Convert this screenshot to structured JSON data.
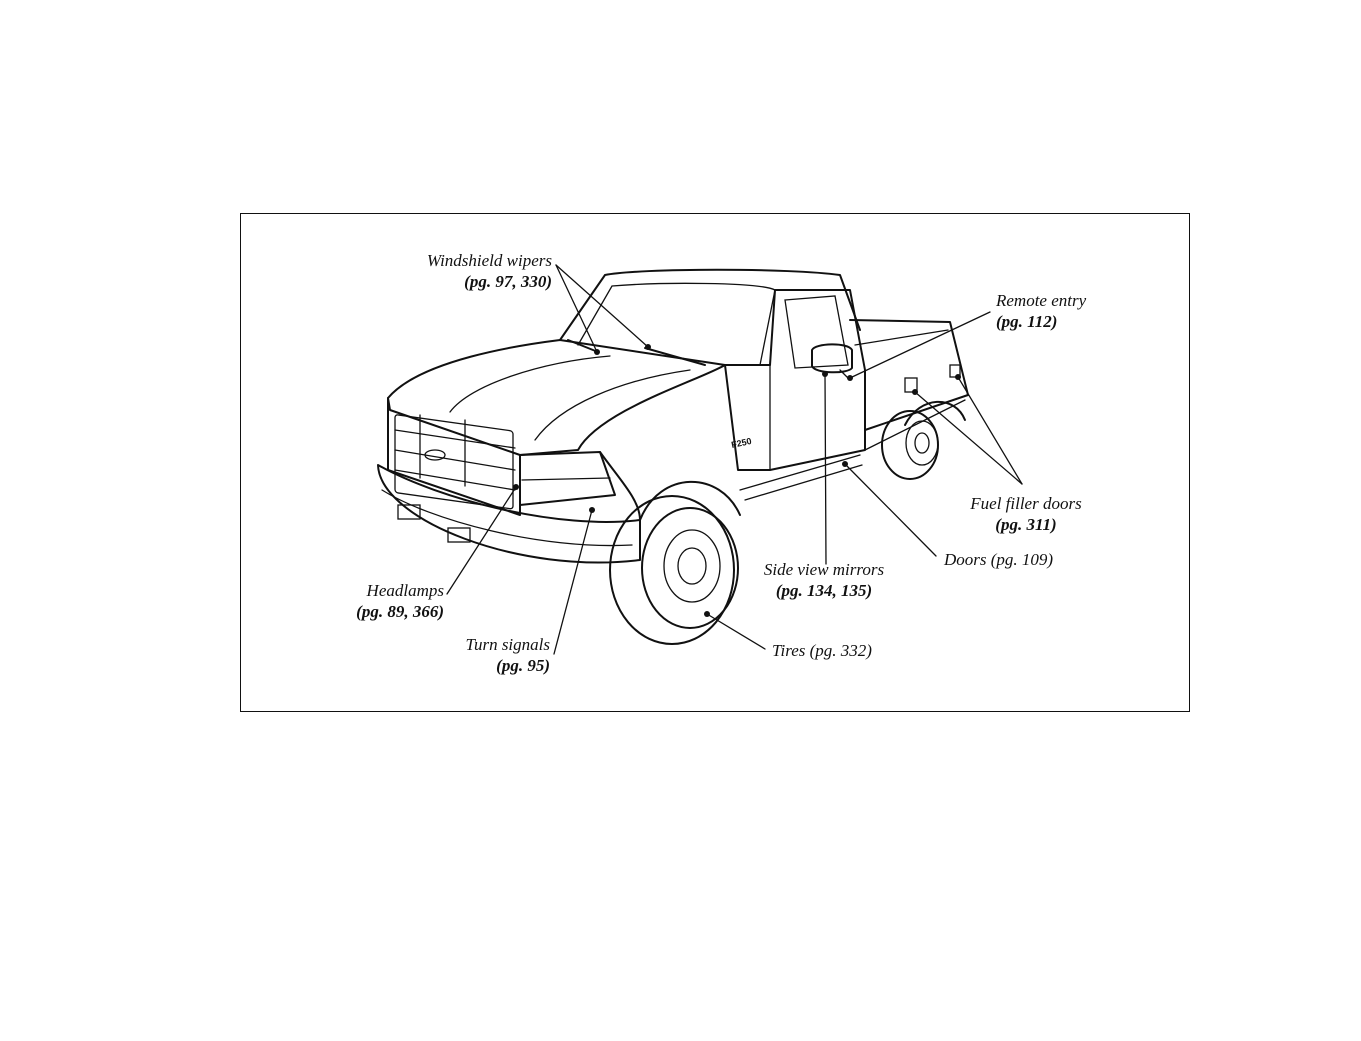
{
  "callouts": {
    "wipers": {
      "line1": "Windshield wipers",
      "line2": "(pg. 97, 330)"
    },
    "remote": {
      "line1": "Remote entry",
      "line2": "(pg. 112)"
    },
    "fuel": {
      "line1": "Fuel filler doors",
      "line2": "(pg. 311)"
    },
    "doors": {
      "line1": "Doors (pg. 109)"
    },
    "mirrors": {
      "line1": "Side view mirrors",
      "line2": "(pg. 134, 135)"
    },
    "headlamps": {
      "line1": "Headlamps",
      "line2": "(pg. 89, 366)"
    },
    "turn": {
      "line1": "Turn signals",
      "line2": "(pg. 95)"
    },
    "tires": {
      "line1": "Tires (pg. 332)"
    }
  },
  "badge": {
    "text": "F250"
  }
}
